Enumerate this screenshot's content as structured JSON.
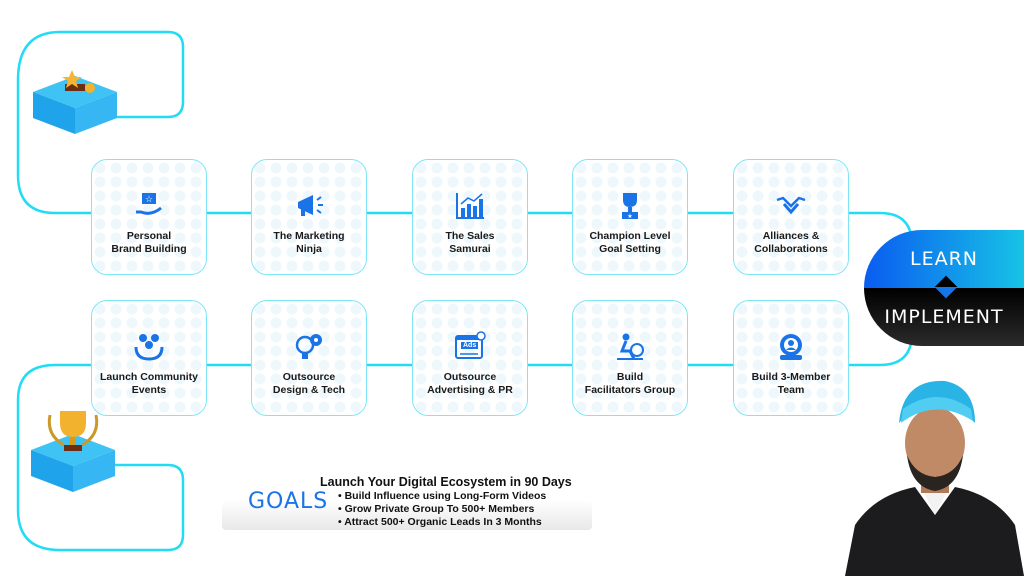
{
  "cards_row1": [
    {
      "label": "Personal\nBrand Building",
      "icon": "hand-star-icon"
    },
    {
      "label": "The Marketing\nNinja",
      "icon": "megaphone-icon"
    },
    {
      "label": "The Sales\nSamurai",
      "icon": "bar-chart-icon"
    },
    {
      "label": "Champion Level\nGoal Setting",
      "icon": "trophy-icon"
    },
    {
      "label": "Alliances &\nCollaborations",
      "icon": "handshake-icon"
    }
  ],
  "cards_row2": [
    {
      "label": "Launch Community\nEvents",
      "icon": "community-icon"
    },
    {
      "label": "Outsource\nDesign & Tech",
      "icon": "idea-gear-icon"
    },
    {
      "label": "Outsource\nAdvertising & PR",
      "icon": "ads-icon"
    },
    {
      "label": "Build\nFacilitators Group",
      "icon": "facilitator-icon"
    },
    {
      "label": "Build 3-Member\nTeam",
      "icon": "team-gear-icon"
    }
  ],
  "ads_text": "Ads",
  "badge": {
    "learn": "LEARN",
    "implement": "IMPLEMENT"
  },
  "goals": {
    "word": "GOALS",
    "title": "Launch Your Digital Ecosystem in 90 Days",
    "items": [
      "Build Influence using Long-Form Videos",
      "Grow Private Group To 500+ Members",
      "Attract 500+ Organic Leads In 3 Months"
    ]
  },
  "colors": {
    "line": "#22dcf5",
    "accent": "#1b73e8",
    "card_border": "#7fe6f7"
  }
}
